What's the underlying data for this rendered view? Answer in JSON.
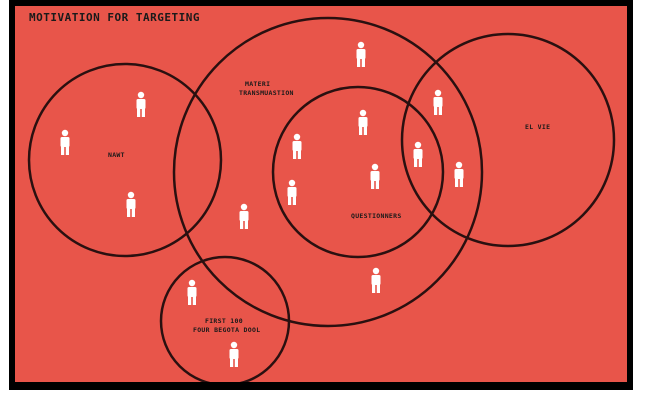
{
  "title": "MOTIVATION FOR TARGETING",
  "colors": {
    "background": "#e8554a",
    "circle_stroke": "#2a1010",
    "figure": "#ffffff",
    "frame": "#000000"
  },
  "groups": {
    "left": "NAWT",
    "center": "MATERI TRANSMUASTION",
    "inner": "QUESTIONNERS",
    "right": "EL VIE",
    "bottom": "FIRST 100 FOUR BEGOTA DOOL"
  },
  "icons": {
    "figure": "person-icon"
  }
}
